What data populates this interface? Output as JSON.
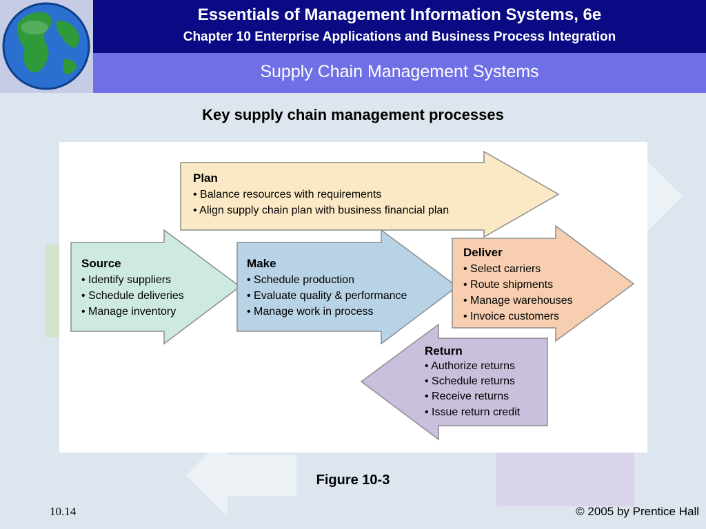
{
  "header": {
    "title": "Essentials of Management Information Systems, 6e",
    "subtitle": "Chapter 10 Enterprise Applications and Business Process Integration",
    "section": "Supply Chain Management Systems"
  },
  "slide": {
    "heading": "Key supply chain management processes",
    "caption": "Figure 10-3",
    "number": "10.14",
    "copyright": "© 2005 by Prentice Hall"
  },
  "colors": {
    "header_dark": "#0a0a85",
    "header_light": "#6f6fe6",
    "plan": "#fbe9c5",
    "source": "#cde9e2",
    "make": "#b8d3e6",
    "deliver": "#f7cfb0",
    "return": "#cabfdc"
  },
  "diagram": {
    "plan": {
      "title": "Plan",
      "items": [
        "• Balance resources with requirements",
        "• Align supply chain plan with business financial plan"
      ]
    },
    "source": {
      "title": "Source",
      "items": [
        "• Identify suppliers",
        "• Schedule deliveries",
        "• Manage inventory"
      ]
    },
    "make": {
      "title": "Make",
      "items": [
        "• Schedule production",
        "• Evaluate quality & performance",
        "• Manage work in process"
      ]
    },
    "deliver": {
      "title": "Deliver",
      "items": [
        "• Select carriers",
        "• Route shipments",
        "• Manage warehouses",
        "• Invoice customers"
      ]
    },
    "return": {
      "title": "Return",
      "items": [
        "• Authorize returns",
        "• Schedule returns",
        "• Receive returns",
        "• Issue return credit"
      ]
    }
  }
}
